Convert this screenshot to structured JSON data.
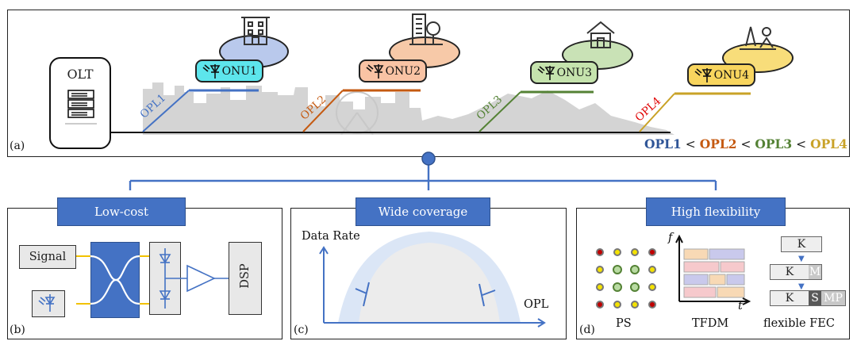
{
  "top": {
    "olt_label": "OLT",
    "panel_label": "(a)",
    "onus": [
      {
        "label": "ONU1",
        "color": "#5de5ec"
      },
      {
        "label": "ONU2",
        "color": "#f9c3a4"
      },
      {
        "label": "ONU3",
        "color": "#c5e3ad"
      },
      {
        "label": "ONU4",
        "color": "#f8d55e"
      }
    ],
    "opls": [
      {
        "label": "OPL1",
        "color": "#4472c4"
      },
      {
        "label": "OPL2",
        "color": "#c55a11"
      },
      {
        "label": "OPL3",
        "color": "#548235"
      },
      {
        "label": "OPL4",
        "color": "#e00000"
      }
    ],
    "legend": {
      "opl1": "OPL1",
      "lt1": " < ",
      "opl2": "OPL2",
      "lt2": " < ",
      "opl3": "OPL3",
      "lt3": " < ",
      "opl4": "OPL4",
      "colors": {
        "opl1": "#2f5597",
        "opl2": "#c55a11",
        "opl3": "#548235",
        "opl4": "#c9a227"
      }
    }
  },
  "panels": {
    "b": {
      "title": "Low-cost",
      "label": "(b)",
      "signal": "Signal",
      "dsp": "DSP"
    },
    "c": {
      "title": "Wide coverage",
      "label": "(c)",
      "y_axis": "Data Rate",
      "x_axis": "OPL"
    },
    "d": {
      "title": "High flexibility",
      "label": "(d)",
      "ps": "PS",
      "tfdm": "TFDM",
      "fec": "flexible FEC",
      "f_axis": "f",
      "t_axis": "t",
      "k1": "K",
      "k2": "K",
      "m2": "M",
      "k3": "K",
      "s3": "S",
      "mp3": "MP"
    }
  },
  "icons": [
    "building-icon",
    "office-tree-icon",
    "house-icon",
    "park-icon",
    "photodiode-icon",
    "server-rack-icon"
  ]
}
